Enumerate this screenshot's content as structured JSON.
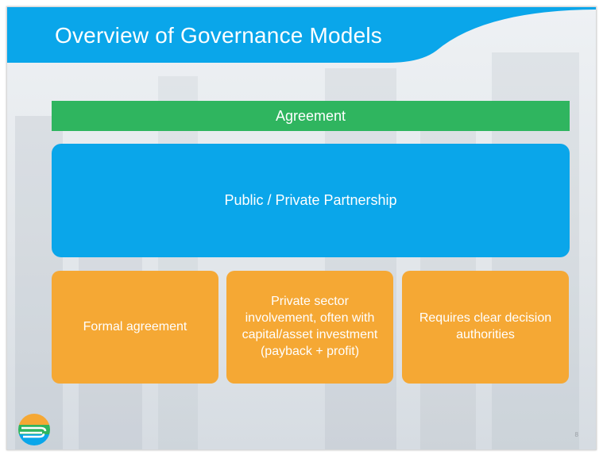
{
  "slide": {
    "title": "Overview of Governance Models",
    "top_bar": "Agreement",
    "main_box": "Public / Private Partnership",
    "boxes": [
      "Formal agreement",
      "Private sector involvement, often with capital/asset investment (payback + profit)",
      "Requires clear decision authorities"
    ],
    "page_number": "8"
  },
  "colors": {
    "header": "#0aa6ea",
    "agreement": "#2fb55f",
    "partnership": "#0aa6ea",
    "boxes": "#f5a834",
    "text": "#ffffff"
  },
  "icons": {
    "logo": "circular-logo-icon"
  }
}
